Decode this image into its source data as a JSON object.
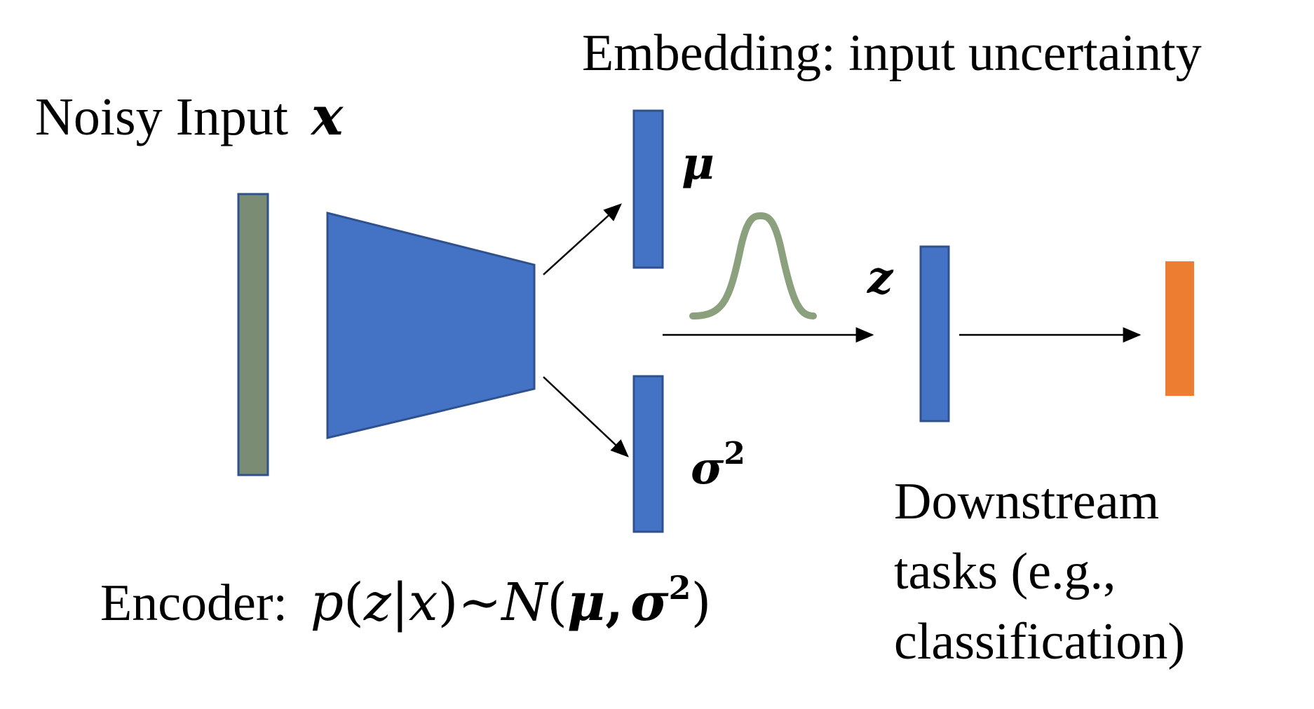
{
  "colors": {
    "input_bar": "#7a8c73",
    "encoder": "#4472c4",
    "embedding_bar": "#4472c4",
    "output_bar": "#ed7d31",
    "curve": "#8ba17e",
    "outline_blue": "#2f528f",
    "arrow": "#000000"
  },
  "labels": {
    "noisy_input_text": "Noisy Input",
    "noisy_input_var": "x",
    "embedding_title": "Embedding: input uncertainty",
    "mu": "μ",
    "sigma": "σ",
    "sigma_exp": "2",
    "z": "z",
    "encoder_prefix": "Encoder:",
    "encoder_formula": {
      "p": "p",
      "lpar1": "(",
      "z": "z",
      "bar": "|",
      "x": "x",
      "rpar1": ")~",
      "N": "N",
      "lpar2": "(",
      "mu": "μ",
      "comma": ",",
      "sigma": "σ",
      "exp": "2",
      "rpar2": ")"
    },
    "downstream_lines": [
      "Downstream",
      "tasks (e.g.,",
      "classification)"
    ]
  }
}
